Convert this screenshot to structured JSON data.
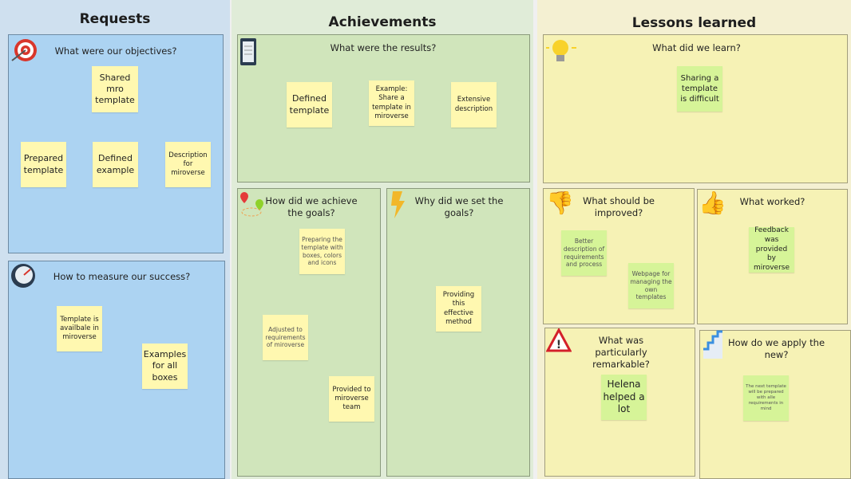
{
  "columns": {
    "requests": {
      "title": "Requests",
      "frames": [
        {
          "question": "What were our objectives?",
          "icon": "target-icon",
          "stickies": [
            "Shared mro template",
            "Prepared template",
            "Defined example",
            "Description for miroverse"
          ]
        },
        {
          "question": "How to measure our success?",
          "icon": "gauge-icon",
          "stickies": [
            "Template is availbale in miroverse",
            "Examples for all boxes"
          ]
        }
      ]
    },
    "achievements": {
      "title": "Achievements",
      "frames": [
        {
          "question": "What were the results?",
          "icon": "clipboard-icon",
          "stickies": [
            "Defined template",
            "Example: Share a template in miroverse",
            "Extensive description"
          ]
        },
        {
          "question": "How did we achieve the goals?",
          "icon": "map-pins-icon",
          "stickies": [
            "Preparing the template with boxes, colors and icons",
            "Adjusted to requirements of miroverse",
            "Provided to miroverse team"
          ]
        },
        {
          "question": "Why did we set the goals?",
          "icon": "lightning-icon",
          "stickies": [
            "Providing this effective method"
          ]
        }
      ]
    },
    "lessons": {
      "title": "Lessons learned",
      "frames": [
        {
          "question": "What did we learn?",
          "icon": "lightbulb-icon",
          "stickies": [
            "Sharing a template is difficult"
          ]
        },
        {
          "question": "What should be improved?",
          "icon": "thumbs-down-icon",
          "stickies": [
            "Better description of requirements and process",
            "Webpage for managing the own templates"
          ]
        },
        {
          "question": "What worked?",
          "icon": "thumbs-up-icon",
          "stickies": [
            "Feedback was provided by miroverse"
          ]
        },
        {
          "question": "What was particularly remarkable?",
          "icon": "warning-icon",
          "stickies": [
            "Helena helped a lot"
          ]
        },
        {
          "question": "How do we apply the new?",
          "icon": "stairs-chart-icon",
          "stickies": [
            "The next template will be prepared with alle requirements in mind"
          ]
        }
      ]
    }
  },
  "colors": {
    "requests_bg": "#acd3f2",
    "achievements_bg": "#d0e5bb",
    "lessons_bg": "#f6f2b5",
    "sticky_yellow": "#fff8b0",
    "sticky_green": "#d6f498"
  }
}
